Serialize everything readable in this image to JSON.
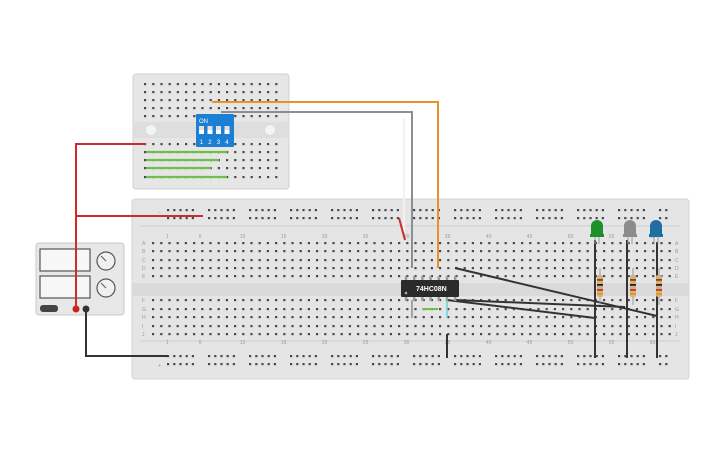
{
  "dip_switch": {
    "on_label": "ON",
    "positions": [
      "1",
      "2",
      "3",
      "4"
    ]
  },
  "chip": {
    "part_label": "74HC08N"
  },
  "breadboard": {
    "column_numbers": [
      "1",
      "5",
      "10",
      "15",
      "20",
      "25",
      "30",
      "35",
      "40",
      "45",
      "50",
      "55",
      "60"
    ],
    "row_letters_top": [
      "A",
      "B",
      "C",
      "D",
      "E"
    ],
    "row_letters_bottom": [
      "F",
      "G",
      "H",
      "I",
      "J"
    ],
    "rail_plus": "+",
    "rail_minus": "−"
  },
  "leds": [
    {
      "color": "#1f8f2a"
    },
    {
      "color": "#8c8c8c"
    },
    {
      "color": "#1e6fa3"
    }
  ],
  "colors": {
    "wire_red": "#d02a2a",
    "wire_orange": "#e8902a",
    "wire_gray": "#8a8f94",
    "wire_black": "#333333",
    "wire_green": "#6ec04a",
    "wire_white": "#e8e8e8",
    "dip_blue": "#1b7fd4",
    "board": "#e5e5e5"
  }
}
